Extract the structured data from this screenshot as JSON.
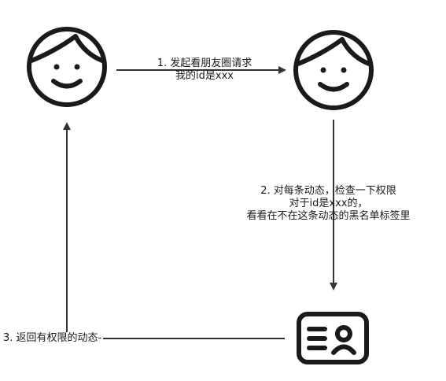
{
  "nodes": {
    "user_left": {
      "icon": "user-face-icon"
    },
    "user_right": {
      "icon": "user-face-icon"
    },
    "id_card": {
      "icon": "id-card-icon"
    }
  },
  "steps": {
    "step1": {
      "line1": "1. 发起看朋友圈请求",
      "line2": "我的id是xxx"
    },
    "step2": {
      "line1": "2. 对每条动态，检查一下权限",
      "line2": "对于id是xxx的，",
      "line3": "看看在不在这条动态的黑名单标签里"
    },
    "step3": {
      "line1": "3. 返回有权限的动态-"
    }
  },
  "colors": {
    "stroke": "#1a1a1a",
    "arrow": "#333333",
    "background": "#ffffff"
  }
}
